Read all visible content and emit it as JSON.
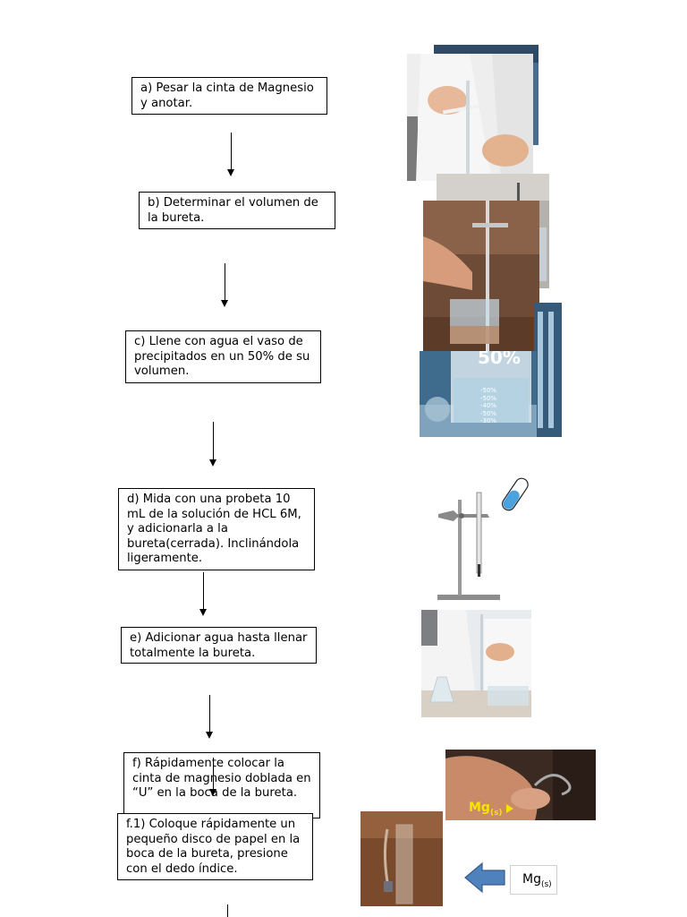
{
  "steps": {
    "a": "a) Pesar la cinta de Magnesio y anotar.",
    "b": "b) Determinar el volumen de la bureta.",
    "c": "c) Llene con agua el vaso de precipitados en un 50% de su volumen.",
    "d": "d) Mida con una probeta 10 mL de la solución de HCL 6M, y adicionarla a la bureta(cerrada). Inclinándola ligeramente.",
    "e": "e) Adicionar agua hasta llenar totalmente la bureta.",
    "f": "f) Rápidamente colocar la cinta de magnesio doblada en “U” en la boca de la bureta.",
    "f1": "f.1) Coloque rápidamente un pequeño disco de papel en la boca de la bureta, presione con el dedo índice."
  },
  "images": {
    "beaker_label": "50%",
    "beaker_marks": [
      "-50%",
      "-50%",
      "-40%",
      "-50%",
      "-30%"
    ],
    "mg_photo_label": "Mg",
    "mg_photo_sub": "(s)",
    "mg_box_label": "Mg",
    "mg_box_sub": "(s)"
  },
  "colors": {
    "arrow_fill": "#4f81bd",
    "mg_yellow": "#f5e400"
  }
}
